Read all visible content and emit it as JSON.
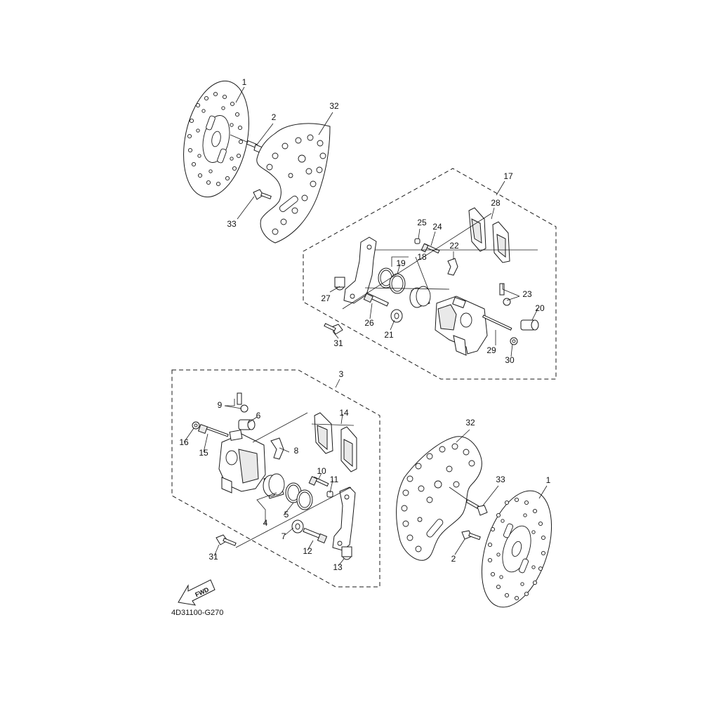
{
  "diagram_code": "4D31100-G270",
  "direction_label": "FWD",
  "callouts": {
    "c1_top": "1",
    "c2_top": "2",
    "c32_top": "32",
    "c33_top": "33",
    "c17": "17",
    "c28": "28",
    "c25": "25",
    "c24": "24",
    "c22": "22",
    "c18": "18",
    "c19": "19",
    "c27": "27",
    "c26": "26",
    "c21": "21",
    "c23": "23",
    "c20": "20",
    "c29": "29",
    "c30": "30",
    "c31_top": "31",
    "c3": "3",
    "c9": "9",
    "c6": "6",
    "c14": "14",
    "c16": "16",
    "c15": "15",
    "c8": "8",
    "c10": "10",
    "c11": "11",
    "c4": "4",
    "c5": "5",
    "c7": "7",
    "c12": "12",
    "c13": "13",
    "c31_bot": "31",
    "c32_bot": "32",
    "c33_bot": "33",
    "c1_bot": "1",
    "c2_bot": "2"
  }
}
